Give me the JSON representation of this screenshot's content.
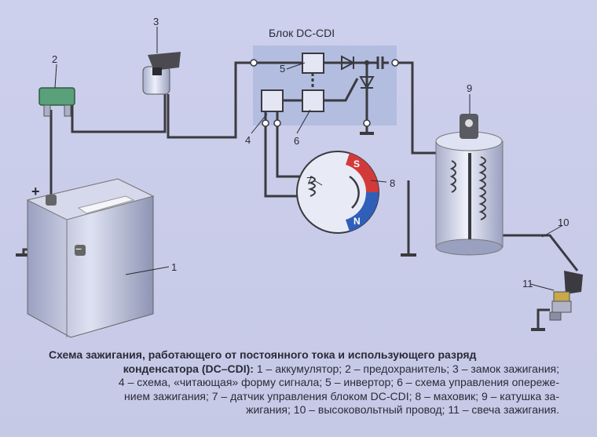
{
  "diagram": {
    "block_title": "Блок DC-CDI",
    "labels": [
      "1",
      "2",
      "3",
      "4",
      "5",
      "6",
      "7",
      "8",
      "9",
      "10",
      "11"
    ],
    "battery_plus": "+",
    "battery_minus": "−",
    "magnet_south": "S",
    "magnet_north": "N"
  },
  "caption": {
    "title_line1": "Схема зажигания, работающего от постоянного тока и использующего разряд",
    "title_line2": "конденсатора (DC–CDI):",
    "line2_rest": " 1 – аккумулятор; 2 – предохранитель; 3 – замок зажигания;",
    "line3": "4 – схема, «читающая» форму сигнала; 5 – инвертор; 6 – схема управления опереже-",
    "line4": "нием зажигания; 7 – датчик управления блоком DC-CDI; 8 – маховик; 9 – катушка за-",
    "line5": "жигания; 10 – высоковольтный провод; 11 – свеча зажигания."
  },
  "colors": {
    "wire": "#3a3a40",
    "south": "#d23a3a",
    "north": "#2f5fb8",
    "fuse": "#5aa07a",
    "cdi_block": "#b3bde0"
  }
}
